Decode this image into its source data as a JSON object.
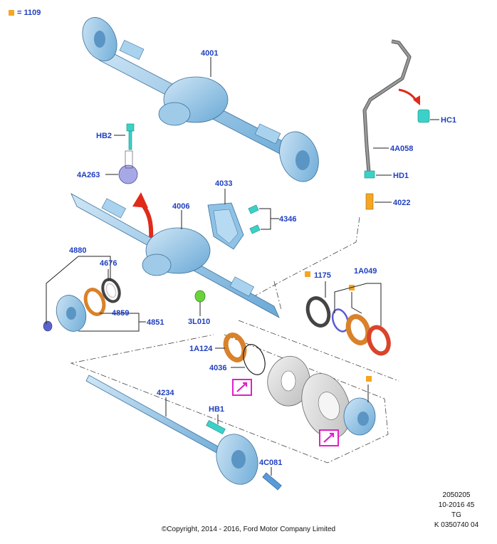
{
  "legend": {
    "marker_color": "#f5a623",
    "text": "= 1109"
  },
  "parts": {
    "p4001": "4001",
    "pHB2": "HB2",
    "p4A263": "4A263",
    "p4006": "4006",
    "p4033": "4033",
    "p4346": "4346",
    "p4880": "4880",
    "p4676": "4676",
    "p4859": "4859",
    "p4851": "4851",
    "p3L010": "3L010",
    "p1175": "1175",
    "p1A049": "1A049",
    "p1A124": "1A124",
    "p4036": "4036",
    "p4234": "4234",
    "pHB1": "HB1",
    "p4C081": "4C081",
    "pHC1": "HC1",
    "p4A058": "4A058",
    "pHD1": "HD1",
    "p4022": "4022"
  },
  "footer": {
    "line1": "2050205",
    "line2": "10-2016 45",
    "line3": "TG",
    "line4": "K 0350740 04",
    "copyright": "©Copyright, 2014 - 2016, Ford Motor Company Limited"
  },
  "colors": {
    "label": "#1f3fbf",
    "part_blue": "#8fc3e6",
    "gasket_orange": "#d9822b",
    "seal_red": "#d9442b",
    "arrow_red": "#e02a1a",
    "highlight_magenta": "#e020c8"
  }
}
